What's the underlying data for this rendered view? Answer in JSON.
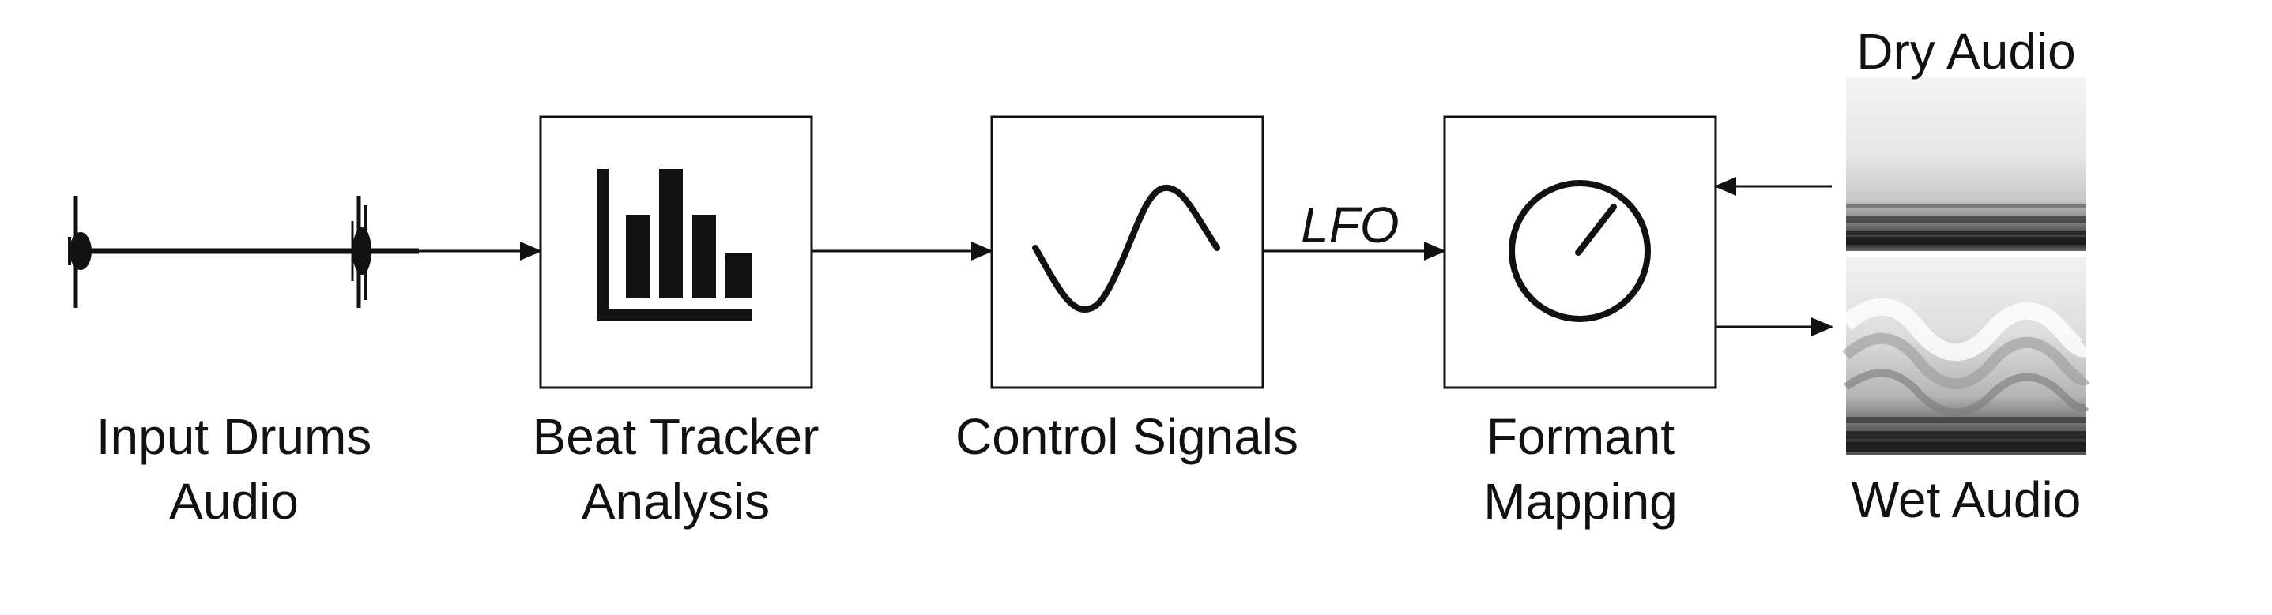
{
  "stages": {
    "input": {
      "label_line1": "Input Drums",
      "label_line2": "Audio"
    },
    "beat_tracker": {
      "label_line1": "Beat Tracker",
      "label_line2": "Analysis"
    },
    "control_signals": {
      "label": "Control Signals"
    },
    "formant_mapping": {
      "label_line1": "Formant",
      "label_line2": "Mapping"
    }
  },
  "edges": {
    "lfo_label": "LFO"
  },
  "outputs": {
    "dry_label": "Dry Audio",
    "wet_label": "Wet Audio"
  },
  "icons": {
    "beat_tracker": "bar-chart-icon",
    "control_signals": "sine-wave-icon",
    "formant_mapping": "knob-icon",
    "input": "waveform-icon"
  }
}
